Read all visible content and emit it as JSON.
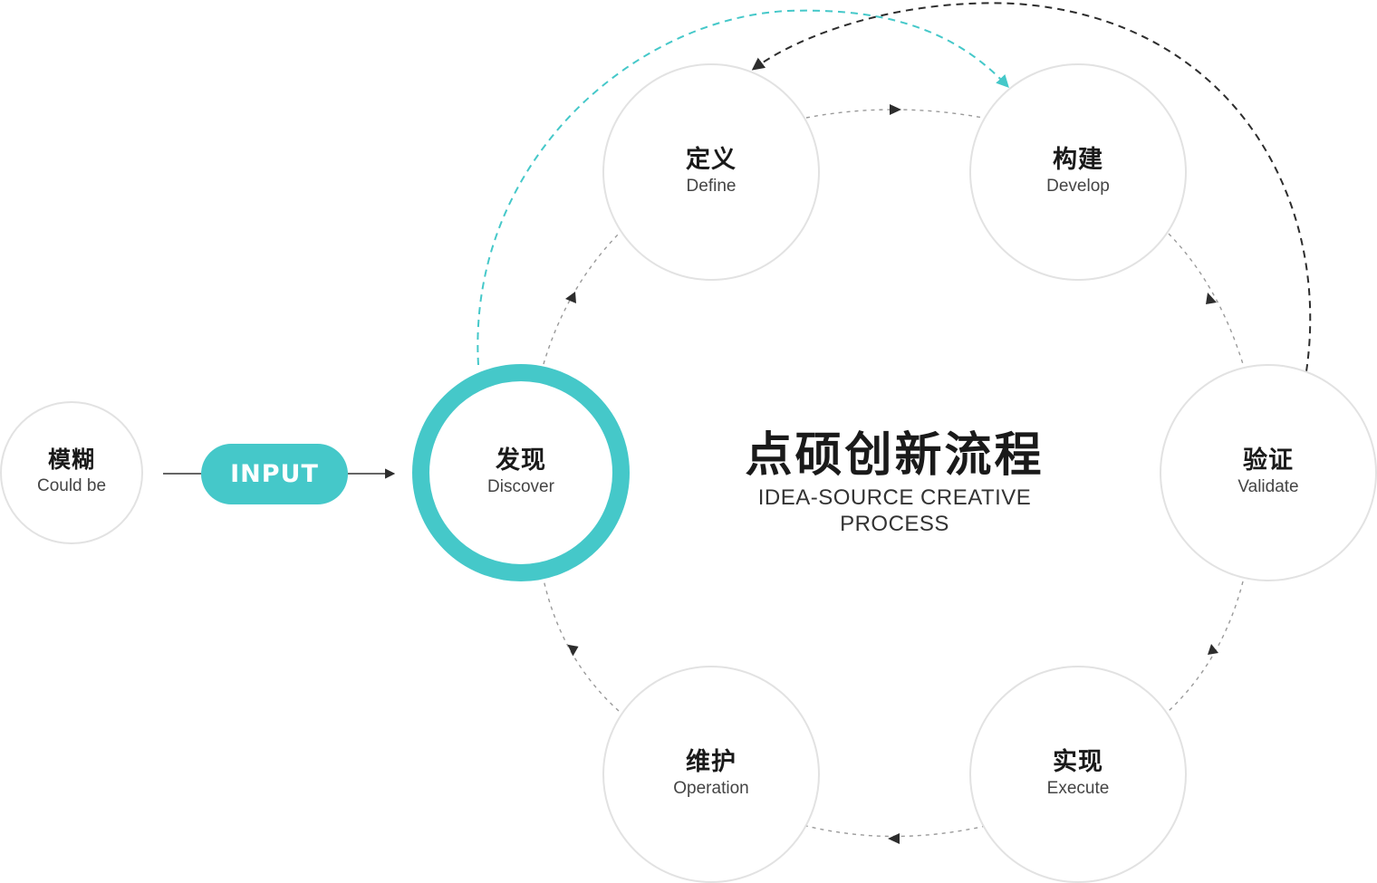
{
  "colors": {
    "accent": "#45c8c9",
    "node_border": "#e2e2e2",
    "dashed_arrow": "#2d2d2d",
    "text_dark": "#1a1a1a"
  },
  "title": {
    "zh": "点硕创新流程",
    "en": "IDEA-SOURCE CREATIVE PROCESS"
  },
  "input_label": "INPUT",
  "nodes": {
    "could_be": {
      "zh": "模糊",
      "en": "Could be"
    },
    "discover": {
      "zh": "发现",
      "en": "Discover"
    },
    "define": {
      "zh": "定义",
      "en": "Define"
    },
    "develop": {
      "zh": "构建",
      "en": "Develop"
    },
    "validate": {
      "zh": "验证",
      "en": "Validate"
    },
    "execute": {
      "zh": "实现",
      "en": "Execute"
    },
    "operation": {
      "zh": "维护",
      "en": "Operation"
    }
  },
  "flow_order": [
    "could_be",
    "discover",
    "define",
    "develop",
    "validate",
    "execute",
    "operation",
    "discover"
  ],
  "loops": [
    {
      "from": "discover",
      "to": "develop",
      "style": "dashed",
      "color": "accent"
    },
    {
      "from": "validate",
      "to": "define",
      "style": "dashed",
      "color": "dashed_arrow"
    }
  ]
}
